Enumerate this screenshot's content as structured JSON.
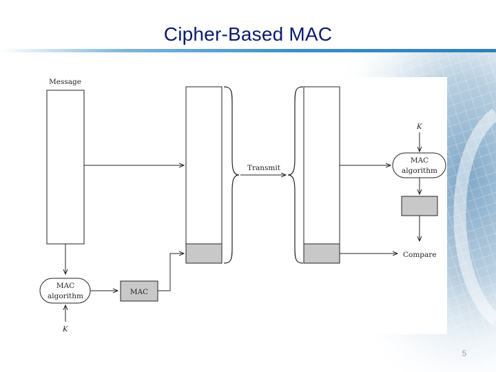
{
  "slide": {
    "title": "Cipher-Based MAC",
    "page_number": "5"
  },
  "diagram": {
    "message_label": "Message",
    "transmit_label": "Transmit",
    "mac_block_label": "MAC",
    "sender_mac_algorithm": {
      "line1": "MAC",
      "line2": "algorithm"
    },
    "receiver_mac_algorithm": {
      "line1": "MAC",
      "line2": "algorithm"
    },
    "key_label_sender": "K",
    "key_label_receiver": "K",
    "compare_label": "Compare"
  },
  "colors": {
    "title": "#0a1a6e",
    "mac_fill": "#c8c8c8",
    "accent_rule": "#3b8fc4"
  }
}
